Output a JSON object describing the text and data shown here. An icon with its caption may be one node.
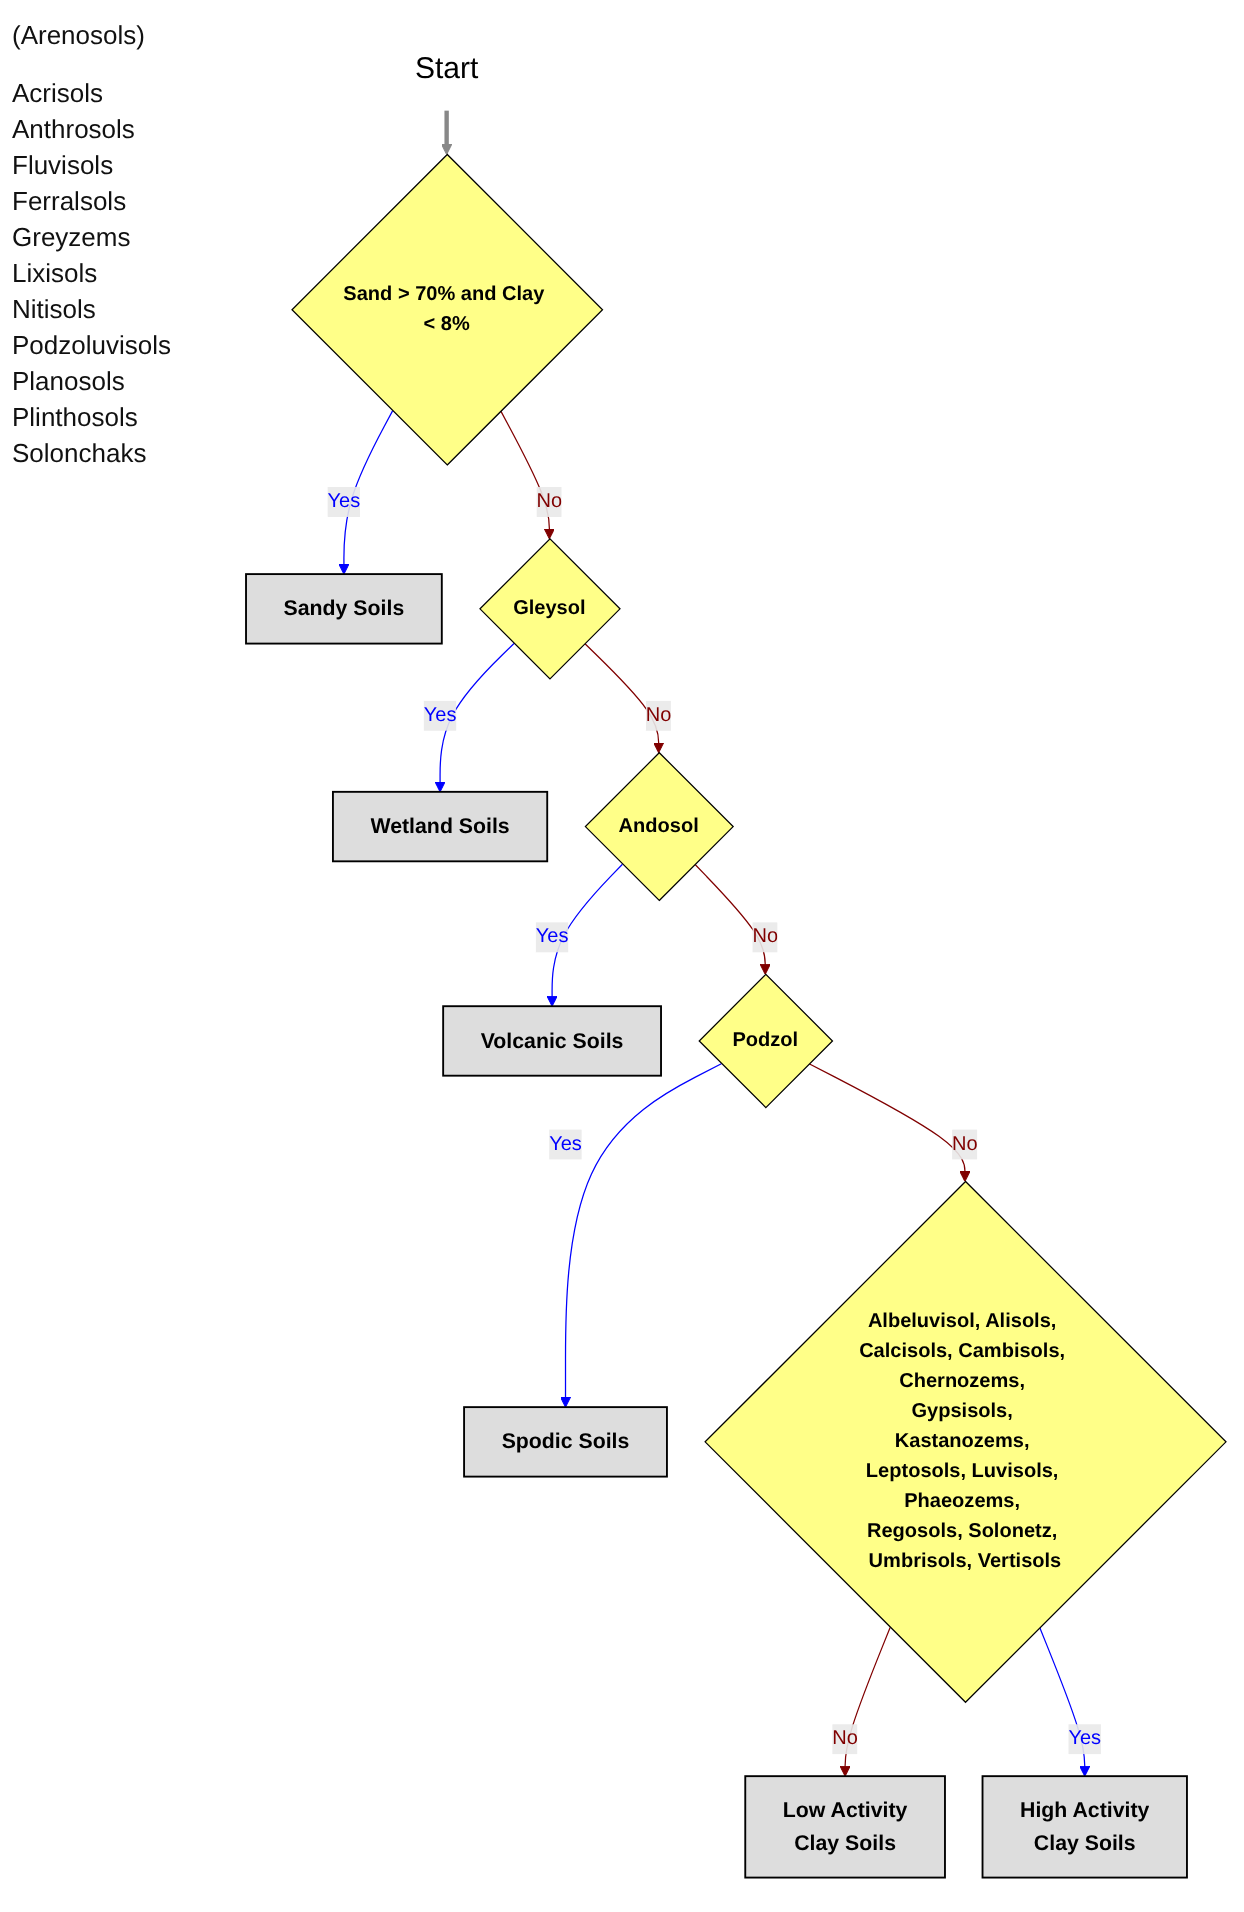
{
  "diagram": {
    "nodes": [
      {
        "text": [
          "Start"
        ]
      },
      {
        "text": [
          "Sand > 70% and Clay < 8%"
        ]
      },
      {
        "text": [
          "Sandy Soils"
        ]
      },
      {
        "text": [
          "Gleysol"
        ]
      },
      {
        "text": [
          "Wetland Soils"
        ]
      },
      {
        "text": [
          "Andosol"
        ]
      },
      {
        "text": [
          "Volcanic Soils"
        ]
      },
      {
        "text": [
          "Podzol"
        ]
      },
      {
        "text": [
          "Spodic Soils"
        ]
      },
      {
        "text": [
          "Low Activity",
          "Clay Soils"
        ]
      },
      {
        "text": [
          "Albeluvisol, Alisols, Calcisols, Cambisols, Chernozems, Gypsisols, Kastanozems, Leptosols, Luvisols, Phaeozems, Regosols, Solonetz, Umbrisols, Vertisols"
        ]
      },
      {
        "text": [
          "High Activity",
          "Clay Soils"
        ]
      }
    ],
    "edges": [
      {
        "from": 0,
        "to": 1,
        "arrow": "to",
        "style": "thick",
        "color": "#888888"
      },
      {
        "from": 1,
        "to": 2,
        "arrow": "to",
        "label": "Yes",
        "color": "#0000ff"
      },
      {
        "from": 1,
        "to": 3,
        "arrow": "to",
        "label": "No",
        "color": "#800000"
      },
      {
        "from": 3,
        "to": 4,
        "arrow": "to",
        "label": "Yes",
        "color": "#0000ff"
      },
      {
        "from": 3,
        "to": 5,
        "arrow": "to",
        "label": "No",
        "color": "#800000"
      },
      {
        "from": 5,
        "to": 6,
        "arrow": "to",
        "label": "Yes",
        "color": "#0000ff"
      },
      {
        "from": 5,
        "to": 7,
        "arrow": "to",
        "label": "No",
        "color": "#800000"
      },
      {
        "from": 7,
        "to": 8,
        "arrow": "to",
        "label": "Yes",
        "color": "#0000ff"
      },
      {
        "from": 7,
        "to": 10,
        "arrow": "to",
        "label": "No",
        "color": "#800000"
      },
      {
        "from": 10,
        "to": 9,
        "arrow": "to",
        "label": "No",
        "color": "#800000"
      },
      {
        "from": 10,
        "to": 11,
        "arrow": "to",
        "label": "Yes",
        "color": "#0000ff"
      }
    ],
    "labels": [
      "(Arenosols)",
      "Acrisols",
      "Anthrosols",
      "Fluvisols",
      "Ferralsols",
      "Greyzems",
      "Lixisols",
      "Nitisols",
      "Podzoluvisols",
      "Planosols",
      "Plinthosols",
      "Solonchaks"
    ]
  }
}
